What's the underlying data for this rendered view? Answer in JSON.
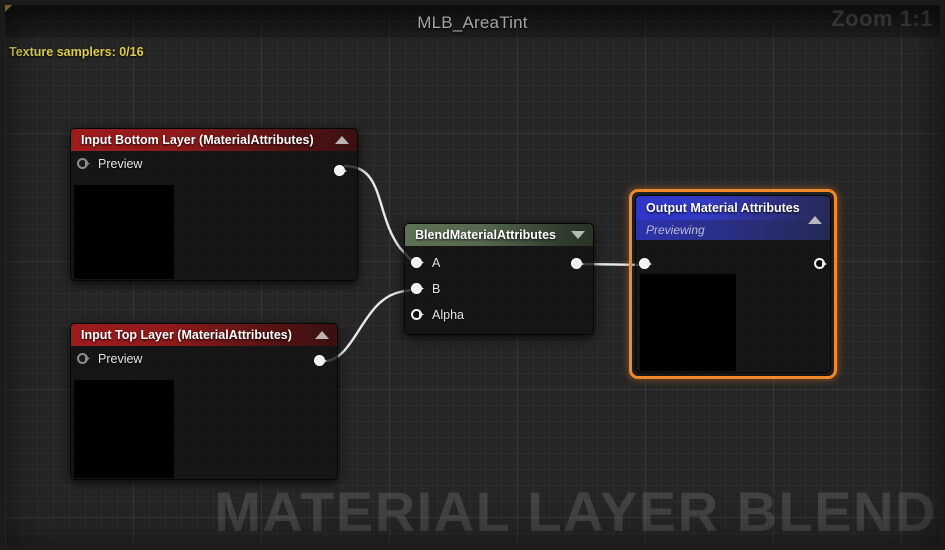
{
  "header": {
    "graph_title": "MLB_AreaTint",
    "zoom_label": "Zoom 1:1",
    "texture_samplers": "Texture samplers: 0/16"
  },
  "watermark": "MATERIAL LAYER BLEND",
  "colors": {
    "canvas": "#262626",
    "selection": "#f0892a",
    "warning_text": "#e0cf4a",
    "input_node_header": "#9e1c1c",
    "blend_node_header": "#5d7155",
    "output_node_header": "#2f35c9",
    "wire": "#e8e8e8"
  },
  "nodes": [
    {
      "id": "input-bottom-layer",
      "title": "Input Bottom Layer (MaterialAttributes)",
      "collapse_icon": "chevron-up-icon",
      "pins": [
        {
          "name": "Preview",
          "label": "Preview",
          "style": "hollow-dim",
          "side": "input"
        },
        {
          "name": "output",
          "label": "",
          "style": "filled",
          "side": "output"
        }
      ],
      "has_thumbnail": true
    },
    {
      "id": "input-top-layer",
      "title": "Input Top Layer (MaterialAttributes)",
      "collapse_icon": "chevron-up-icon",
      "pins": [
        {
          "name": "Preview",
          "label": "Preview",
          "style": "hollow-dim",
          "side": "input"
        },
        {
          "name": "output",
          "label": "",
          "style": "filled",
          "side": "output"
        }
      ],
      "has_thumbnail": true
    },
    {
      "id": "blend-material-attributes",
      "title": "BlendMaterialAttributes",
      "collapse_icon": "chevron-down-icon",
      "pins": [
        {
          "name": "A",
          "label": "A",
          "style": "filled",
          "side": "input"
        },
        {
          "name": "B",
          "label": "B",
          "style": "filled",
          "side": "input"
        },
        {
          "name": "Alpha",
          "label": "Alpha",
          "style": "hollow",
          "side": "input"
        },
        {
          "name": "output",
          "label": "",
          "style": "filled",
          "side": "output"
        }
      ],
      "has_thumbnail": false
    },
    {
      "id": "output-material-attributes",
      "title": "Output Material Attributes",
      "subtitle": "Previewing",
      "collapse_icon": "chevron-up-icon",
      "selected": true,
      "pins": [
        {
          "name": "input",
          "label": "",
          "style": "filled",
          "side": "input"
        },
        {
          "name": "output",
          "label": "",
          "style": "hollow",
          "side": "output"
        }
      ],
      "has_thumbnail": true
    }
  ],
  "connections": [
    {
      "from": "input-bottom-layer.output",
      "to": "blend-material-attributes.A"
    },
    {
      "from": "input-top-layer.output",
      "to": "blend-material-attributes.B"
    },
    {
      "from": "blend-material-attributes.output",
      "to": "output-material-attributes.input"
    }
  ]
}
